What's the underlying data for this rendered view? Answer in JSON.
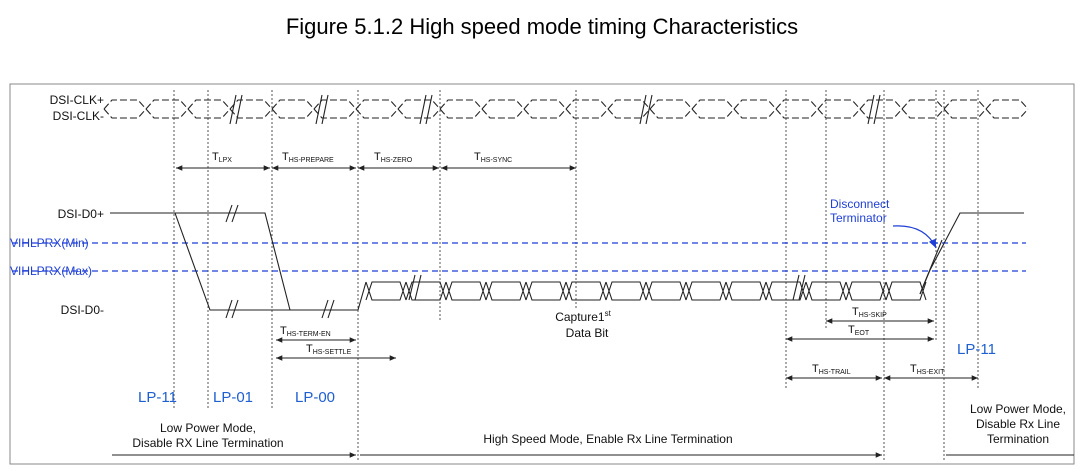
{
  "figure": {
    "title": "Figure 5.1.2 High speed mode timing Characteristics"
  },
  "signals": {
    "clk_pos": "DSI-CLK+",
    "clk_neg": "DSI-CLK-",
    "d0_pos": "DSI-D0+",
    "d0_neg": "DSI-D0-",
    "vih_min": "VIHLPRX(Min)",
    "vih_max": "VIHLPRX(Max)"
  },
  "timing": {
    "lpx": "T",
    "lpx_sub": "LPX",
    "prepare": "T",
    "prepare_sub": "HS-PREPARE",
    "zero": "T",
    "zero_sub": "HS-ZERO",
    "sync": "T",
    "sync_sub": "HS-SYNC",
    "termen": "T",
    "termen_sub": "HS-TERM-EN",
    "settle": "T",
    "settle_sub": "HS-SETTLE",
    "skip": "T",
    "skip_sub": "HS-SKIP",
    "eot": "T",
    "eot_sub": "EOT",
    "trail": "T",
    "trail_sub": "HS-TRAIL",
    "exit": "T",
    "exit_sub": "HS-EXIT"
  },
  "annotations": {
    "disconnect_1": "Disconnect",
    "disconnect_2": "Terminator",
    "capture_1": "Capture1",
    "capture_sup": "st",
    "capture_2": "Data Bit"
  },
  "states": {
    "lp11_a": "LP-11",
    "lp01": "LP-01",
    "lp00": "LP-00",
    "lp11_b": "LP-11"
  },
  "modes": {
    "low_power_left_1": "Low Power Mode,",
    "low_power_left_2": "Disable RX Line Termination",
    "high_speed": "High Speed Mode, Enable Rx Line Termination",
    "low_power_right_1": "Low Power Mode,",
    "low_power_right_2": "Disable Rx Line",
    "low_power_right_3": "Termination"
  },
  "colors": {
    "line": "#222222",
    "blue": "#1f3fd6",
    "state_blue": "#1f5fd0"
  }
}
